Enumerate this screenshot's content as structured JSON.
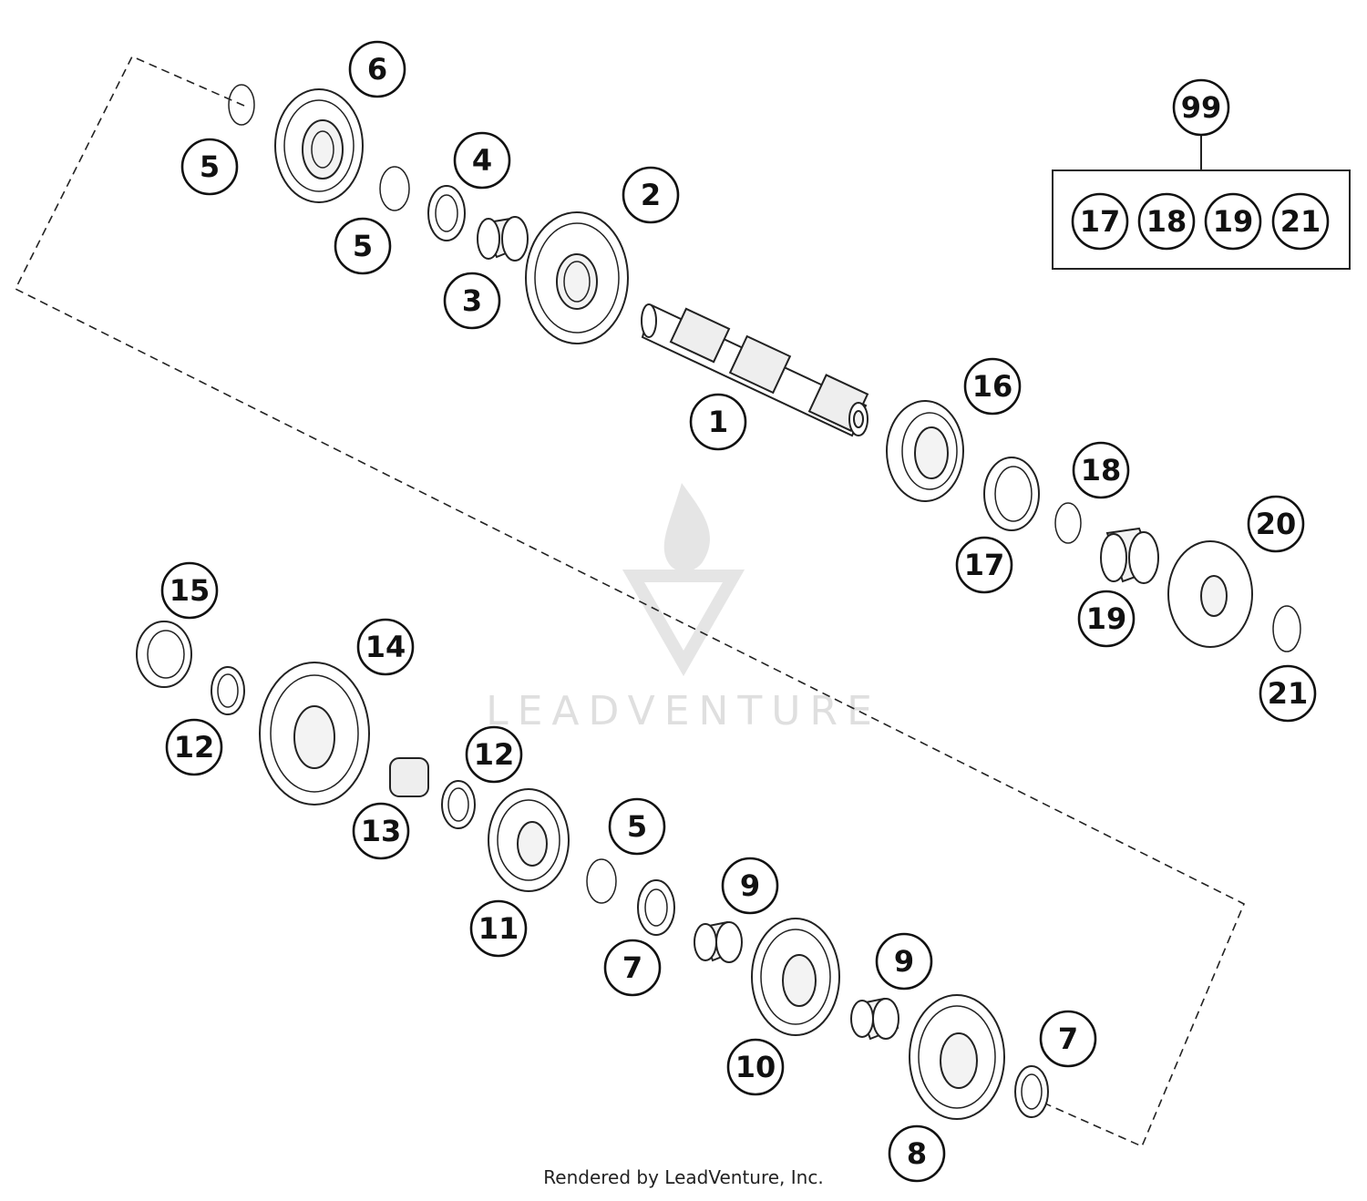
{
  "diagram": {
    "kit_label": "99",
    "kit_items": [
      "17",
      "18",
      "19",
      "21"
    ],
    "callouts": {
      "c1": "1",
      "c2": "2",
      "c3": "3",
      "c4": "4",
      "c5a": "5",
      "c5b": "5",
      "c5c": "5",
      "c6": "6",
      "c7a": "7",
      "c7b": "7",
      "c8": "8",
      "c9a": "9",
      "c9b": "9",
      "c10": "10",
      "c11": "11",
      "c12a": "12",
      "c12b": "12",
      "c13": "13",
      "c14": "14",
      "c15": "15",
      "c16": "16",
      "c17": "17",
      "c18": "18",
      "c19": "19",
      "c20": "20",
      "c21": "21"
    },
    "watermark": "LEADVENTURE",
    "credit": "Rendered by LeadVenture, Inc."
  }
}
